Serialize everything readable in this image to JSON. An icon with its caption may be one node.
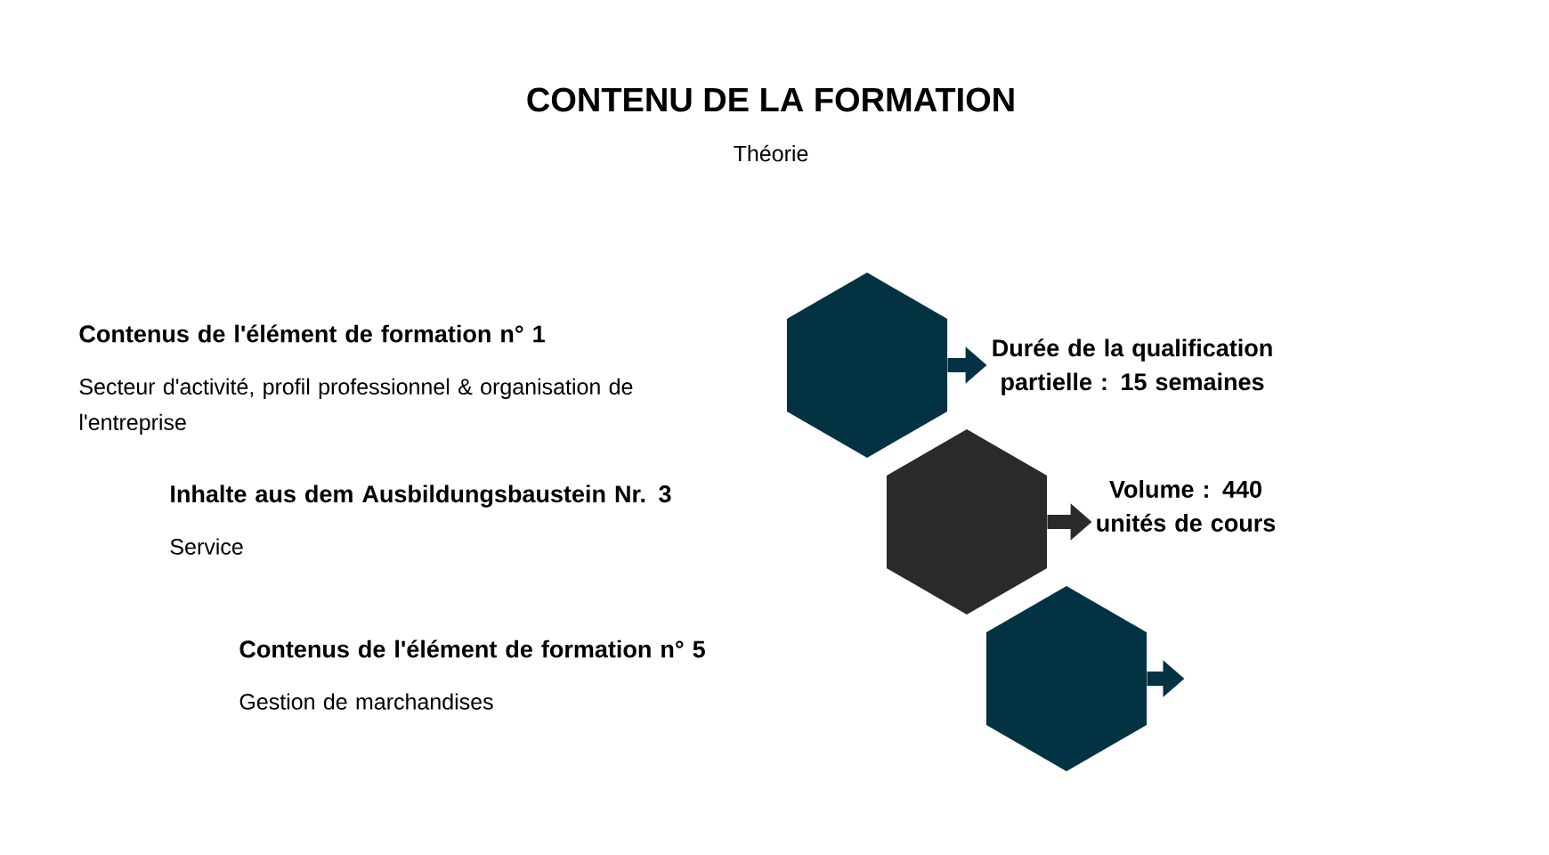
{
  "diagram": {
    "title": "CONTENU DE LA FORMATION",
    "caption": "Théorie",
    "nodes": [
      {
        "text": [],
        "shape": "hexagon",
        "beside": [
          "Contenus de l'élément de formation n° 1",
          "Secteur d'activité, profil professionnel & organisation de l'entreprise"
        ]
      },
      {
        "text": [],
        "shape": "hexagon",
        "beside": [
          "Inhalte aus dem Ausbildungsbaustein Nr. 3",
          "Service"
        ]
      },
      {
        "text": [],
        "shape": "hexagon",
        "beside": [
          "Contenus de l'élément de formation n° 5",
          "Gestion de marchandises"
        ]
      },
      {
        "text": [
          "Durée de la qualification partielle : 15 semaines"
        ]
      },
      {
        "text": [
          "Volume : 440 unités de cours"
        ]
      }
    ],
    "edges": [
      {
        "from": 0,
        "to": 3,
        "arrow": "to"
      },
      {
        "from": 1,
        "to": 4,
        "arrow": "to",
        "color": "#2a2a2a"
      },
      {
        "from": 2,
        "to": null,
        "arrow": "to"
      }
    ]
  }
}
